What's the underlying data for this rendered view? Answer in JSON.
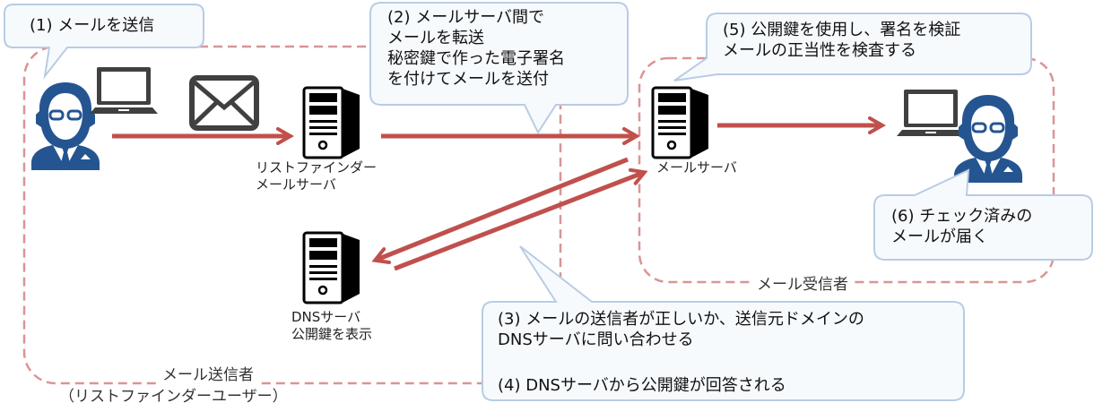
{
  "callouts": {
    "step1": "(1) メールを送信",
    "step2": [
      "(2) メールサーバ間で",
      "メールを転送",
      "秘密鍵で作った電子署名",
      "を付けてメールを送付"
    ],
    "step5": [
      "(5) 公開鍵を使用し、署名を検証",
      "メールの正当性を検査する"
    ],
    "step6": [
      "(6) チェック済みの",
      "メールが届く"
    ],
    "step3": [
      "(3) メールの送信者が正しいか、送信元ドメインの",
      "DNSサーバに問い合わせる"
    ],
    "step4": "(4) DNSサーバから公開鍵が回答される"
  },
  "labels": {
    "sender_server": [
      "リストファインダー",
      "メールサーバ"
    ],
    "receiver_server": "メールサーバ",
    "dns_server": [
      "DNSサーバ",
      "公開鍵を表示"
    ]
  },
  "groups": {
    "sender": [
      "メール送信者",
      "（リストファインダーユーザー）"
    ],
    "receiver": "メール受信者"
  },
  "colors": {
    "arrow": "#c0504d",
    "dash": "#d99594",
    "callout_border": "#b8cce4",
    "callout_fill": "#f7fafd",
    "person": "#255591",
    "icon": "#404040"
  }
}
